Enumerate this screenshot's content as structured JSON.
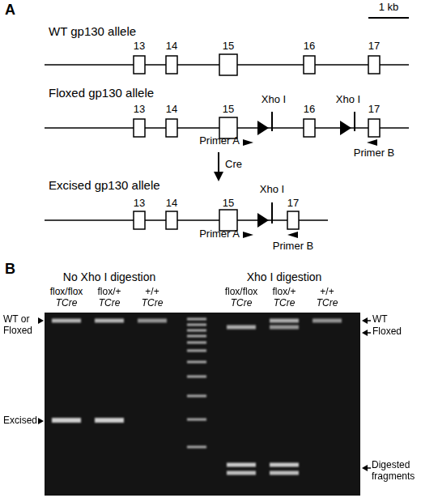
{
  "diagram": {
    "labels": [
      "A",
      "1 kb",
      "WT gp130 allele",
      "13",
      "14",
      "15",
      "16",
      "17",
      "Floxed gp130 allele",
      "13",
      "14",
      "15",
      "Xho I",
      "16",
      "Xho I",
      "17",
      "Primer A",
      "Primer B",
      "Cre",
      "Excised gp130 allele",
      "13",
      "14",
      "15",
      "Xho I",
      "17",
      "Primer A",
      "Primer B",
      "B",
      "No Xho I digestion",
      "Xho I digestion",
      "flox/flox",
      "TCre",
      "flox/+",
      "TCre",
      "+/+",
      "TCre",
      "flox/flox",
      "TCre",
      "flox/+",
      "TCre",
      "+/+",
      "TCre",
      "WT or Floxed",
      "Excised",
      "WT",
      "Floxed",
      "Digested fragments"
    ]
  }
}
